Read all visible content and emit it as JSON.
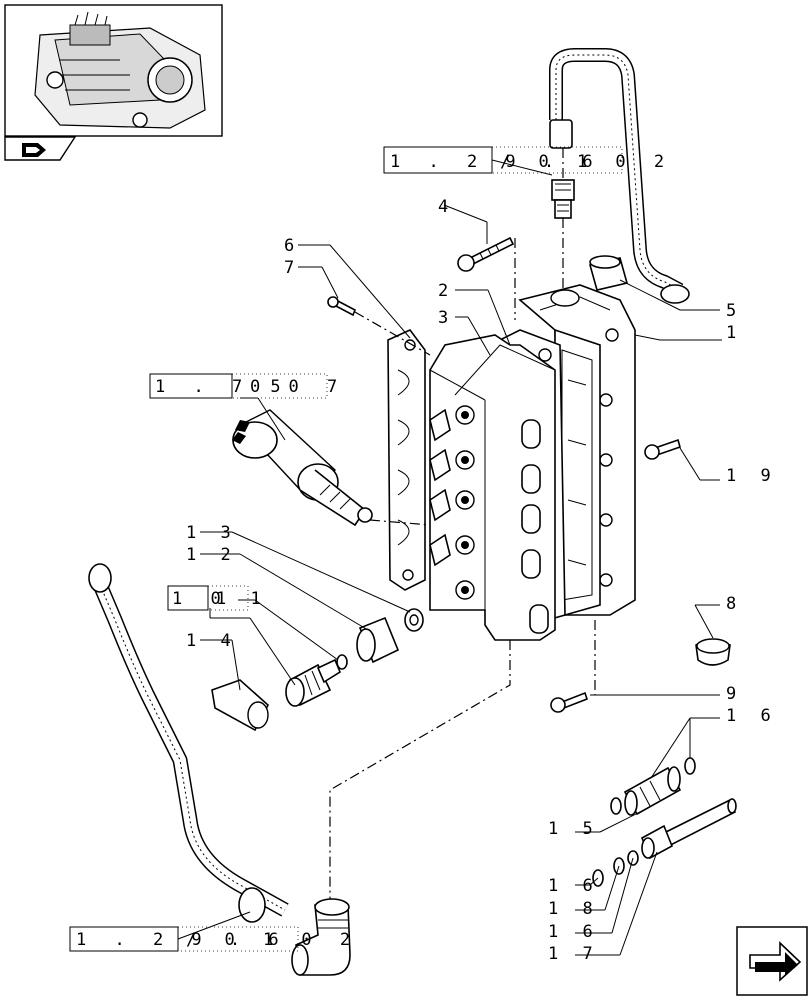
{
  "callouts": {
    "n1": "1",
    "n2": "2",
    "n3": "3",
    "n4": "4",
    "n5": "5",
    "n6": "6",
    "n7": "7",
    "n8": "8",
    "n9": "9",
    "n11": "1 1",
    "n12": "1 2",
    "n13": "1 3",
    "n14": "1 4",
    "n15": "1 5",
    "n16a": "1 6",
    "n16b": "1 6",
    "n16c": "1 6",
    "n17": "1 7",
    "n18": "1 8",
    "n19": "1 9"
  },
  "references": {
    "ref_top_box": "1 . 2 9 . 6",
    "ref_top_tail": "/ 0 1   0 2",
    "ref_mid_box": "1 . 7 5",
    "ref_mid_tail": "0   0 7",
    "ref_bottom_box": "1 . 2 9 . 6",
    "ref_bottom_tail": "/ 0 1   0 2",
    "ref_left_box": "1 0"
  },
  "icons": {
    "thumbnail": "transmission-assembly-icon",
    "bookmark": "page-tab-arrow-icon",
    "nav": "next-page-arrow-icon"
  },
  "colors": {
    "line": "#000000",
    "background": "#ffffff"
  }
}
